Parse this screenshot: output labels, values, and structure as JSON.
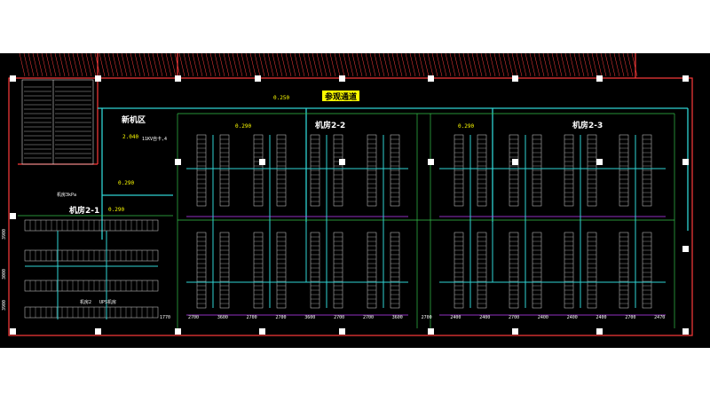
{
  "labels": {
    "corridor": "参观通道",
    "new_machine_area": "新机区",
    "room_2_1": "机房2-1",
    "room_2_2": "机房2-2",
    "room_2_3": "机房2-3",
    "corridor_elev": "0.250",
    "new_area_elev": "2.040",
    "new_area_elev2": "0.290",
    "room21_elev": "0.290",
    "room22_elev": "0.290",
    "room23_elev": "0.290",
    "note_left": "11KV自卡,4",
    "note_mid": "机房3kPa",
    "note_bottom_left": "机房2",
    "note_bottom_mid": "UPS机房"
  },
  "dimensions": {
    "bottom": [
      "2700",
      "3600",
      "2700",
      "2700",
      "3600",
      "2700",
      "2700",
      "3600",
      "2700",
      "2400",
      "2400",
      "2700",
      "2400",
      "2400",
      "2400",
      "2700",
      "2470"
    ],
    "left_vertical": [
      "3900",
      "3000",
      "3900"
    ],
    "bottom_left": "1770"
  },
  "colors": {
    "background": "#000000",
    "wall": "#ff3b3b",
    "rack": "#d8d8d8",
    "cable": "#2fd3d3",
    "grid": "#34c34c",
    "label": "#ffff00",
    "magenta": "#c040ff",
    "white": "#ffffff"
  }
}
